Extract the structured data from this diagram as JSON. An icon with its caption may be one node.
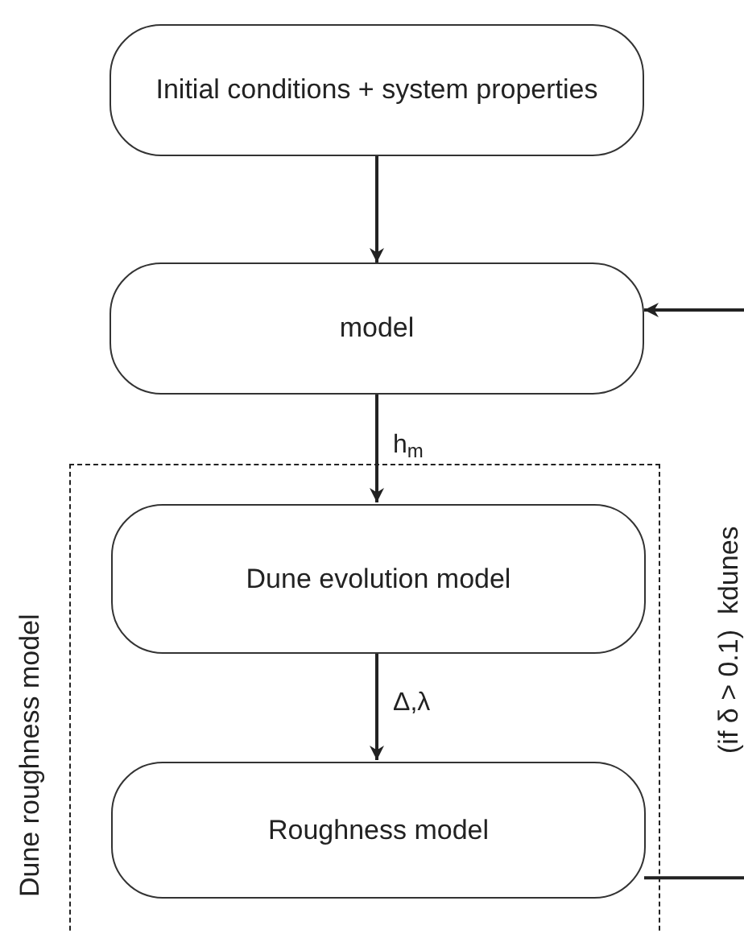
{
  "diagram": {
    "nodes": [
      {
        "text": [
          "Initial conditions + system properties"
        ]
      },
      {
        "text": [
          "model"
        ]
      },
      {
        "text": [
          "Dune roughness model"
        ]
      },
      {
        "text": [
          "Dune evolution model"
        ],
        "in": 2
      },
      {
        "text": [
          "Roughness model"
        ],
        "in": 2
      }
    ],
    "edges": [
      {
        "from": 0,
        "to": 1,
        "arrow": "to"
      },
      {
        "from": 1,
        "to": 3,
        "arrow": "to",
        "label": "h$_{m}$"
      },
      {
        "from": 3,
        "to": 4,
        "arrow": "to",
        "label": "Δ,λ"
      },
      {
        "from": 4,
        "to": null,
        "arrow": "none"
      },
      {
        "from": null,
        "to": 1,
        "arrow": "to"
      }
    ],
    "labels": [
      "(if δ > 0.1)  kdunes"
    ]
  }
}
